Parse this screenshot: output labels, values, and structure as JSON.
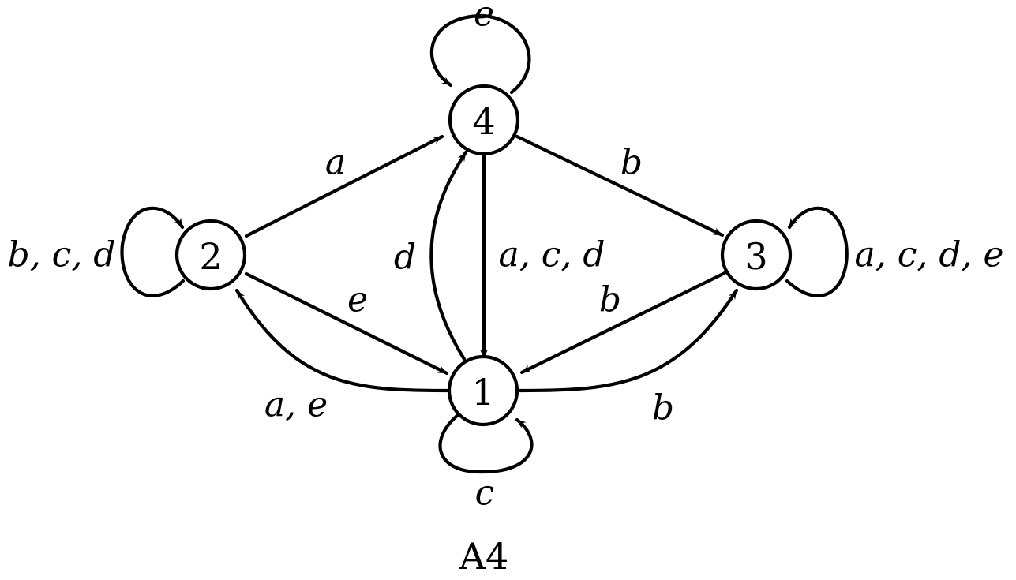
{
  "caption": "A4",
  "nodes": {
    "n1": "1",
    "n2": "2",
    "n3": "3",
    "n4": "4"
  },
  "edges": {
    "loop_4": "e",
    "e_2_4": "a",
    "e_4_3": "b",
    "loop_2": "b, c, d",
    "e_1_4": "d",
    "e_4_1": "a, c, d",
    "loop_3": "a, c, d, e",
    "e_2_1": "e",
    "e_3_1": "b",
    "e_1_2": "a, e",
    "e_1_3": "b",
    "loop_1": "c"
  }
}
